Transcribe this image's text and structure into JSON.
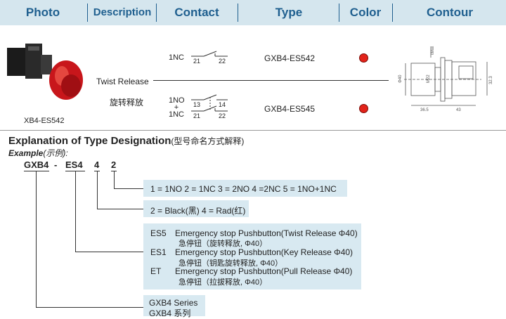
{
  "header": {
    "photo": "Photo",
    "description": "Description",
    "contact": "Contact",
    "type": "Type",
    "color": "Color",
    "contour": "Contour"
  },
  "product": {
    "photo_caption": "XB4-ES542",
    "description_en": "Twist Release",
    "description_cn": "旋转释放",
    "rows": [
      {
        "contact": "1NC",
        "terminals": [
          "21",
          "22"
        ],
        "type": "GXB4-ES542",
        "color_hex": "#e2231a"
      },
      {
        "contact_lines": [
          "1NO",
          "+",
          "1NC"
        ],
        "terminals_top": [
          "13",
          "14"
        ],
        "terminals_bottom": [
          "21",
          "22"
        ],
        "type": "GXB4-ES545",
        "color_hex": "#e2231a"
      }
    ],
    "contour_dims": [
      "Φ40",
      "M22",
      "32.3",
      "36.5",
      "43",
      "6Max"
    ]
  },
  "explanation": {
    "title": "Explanation of Type Designation",
    "title_cn": "(型号命名方式解释)",
    "example": "Example",
    "example_cn": "(示例):",
    "code_parts": [
      "GXB4",
      "-",
      "ES4",
      "4",
      "2"
    ],
    "box1": "1 = 1NO   2 = 1NC  3 = 2NO 4 =2NC 5 = 1NO+1NC",
    "box2": "2 = Black(黑)    4 = Rad(红)",
    "box3": [
      {
        "code": "ES5",
        "en": "Emergency stop Pushbutton(Twist Release Φ40)",
        "cn": "急停钮（旋转释放, Φ40）"
      },
      {
        "code": "ES1",
        "en": "Emergency stop Pushbutton(Key Release   Φ40)",
        "cn": "急停钮（钥匙旋转释放, Φ40）"
      },
      {
        "code": "ET",
        "en": "Emergency stop Pushbutton(Pull Release  Φ40)",
        "cn": "急停钮（拉拔释放, Φ40）"
      }
    ],
    "box4": [
      "GXB4 Series",
      "GXB4 系列"
    ]
  }
}
